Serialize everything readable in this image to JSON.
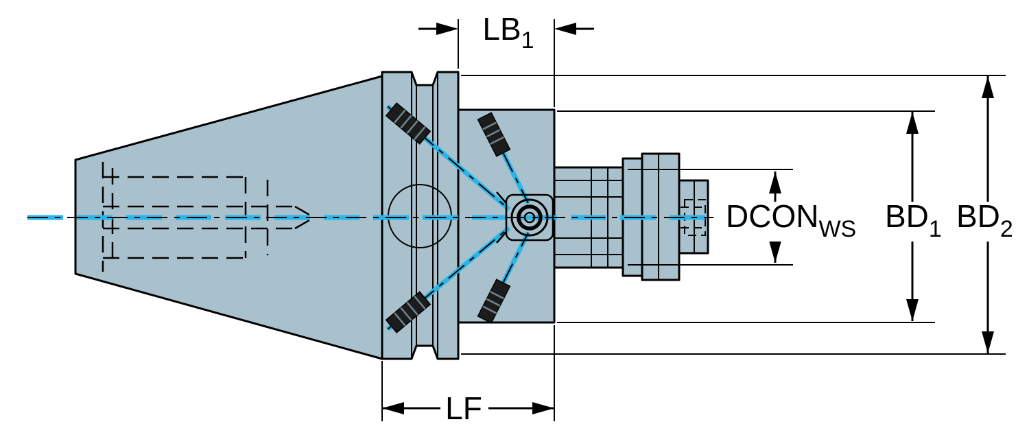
{
  "drawing": {
    "labels": {
      "lb1": {
        "base": "LB",
        "sub": "1"
      },
      "lf": {
        "base": "LF"
      },
      "dcon": {
        "base": "DCON",
        "sub": "WS"
      },
      "bd1": {
        "base": "BD",
        "sub": "1"
      },
      "bd2": {
        "base": "BD",
        "sub": "2"
      }
    },
    "colors": {
      "background": "#ffffff",
      "part_fill": "#a9c1cd",
      "outline": "#000000",
      "coolant": "#2ab5e8",
      "dimension": "#000000"
    }
  }
}
